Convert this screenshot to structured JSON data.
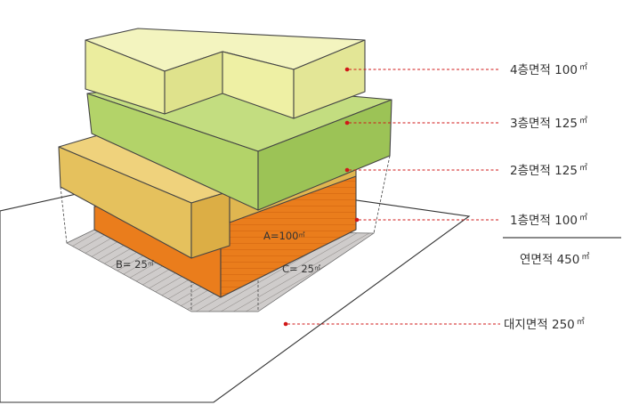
{
  "floors": [
    {
      "label": "4층면적",
      "value": "100",
      "unit": "㎡",
      "color": "#eef0a4"
    },
    {
      "label": "3층면적",
      "value": "125",
      "unit": "㎡",
      "color": "#b3d369"
    },
    {
      "label": "2층면적",
      "value": "125",
      "unit": "㎡",
      "color": "#e5c15d"
    },
    {
      "label": "1층면적",
      "value": "100",
      "unit": "㎡",
      "color": "#ea7d1c"
    }
  ],
  "total": {
    "label": "연면적",
    "value": "450",
    "unit": "㎡"
  },
  "site": {
    "label": "대지면적",
    "value": "250",
    "unit": "㎡"
  },
  "inner_labels": {
    "a": {
      "text": "A=100",
      "unit": "㎡"
    },
    "b": {
      "text": "B= 25",
      "unit": "㎡"
    },
    "c": {
      "text": "C= 25",
      "unit": "㎡"
    }
  },
  "colors": {
    "leader": "#d01818",
    "hatch": "#c9c6c4",
    "floor1": "#ea7d1c",
    "floor2": "#e5c15d",
    "floor3": "#b3d369",
    "floor4": "#eef0a4"
  }
}
